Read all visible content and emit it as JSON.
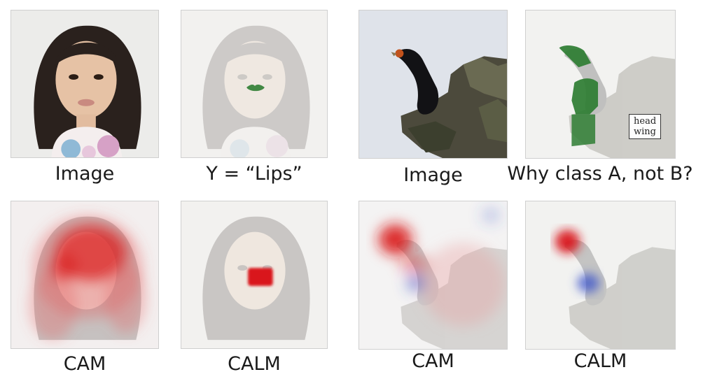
{
  "captions": {
    "girl_image": "Image",
    "girl_lips": "Y = “Lips”",
    "bird_image": "Image",
    "bird_question": "Why class A, not B?",
    "girl_cam": "CAM",
    "girl_calm": "CALM",
    "bird_cam": "CAM",
    "bird_calm": "CALM"
  },
  "legend": {
    "line1": "head",
    "line2": "wing"
  },
  "colors": {
    "attribution_positive": "#d9191a",
    "attribution_negative": "#3b53c9",
    "part_mask": "#2e7d32"
  }
}
